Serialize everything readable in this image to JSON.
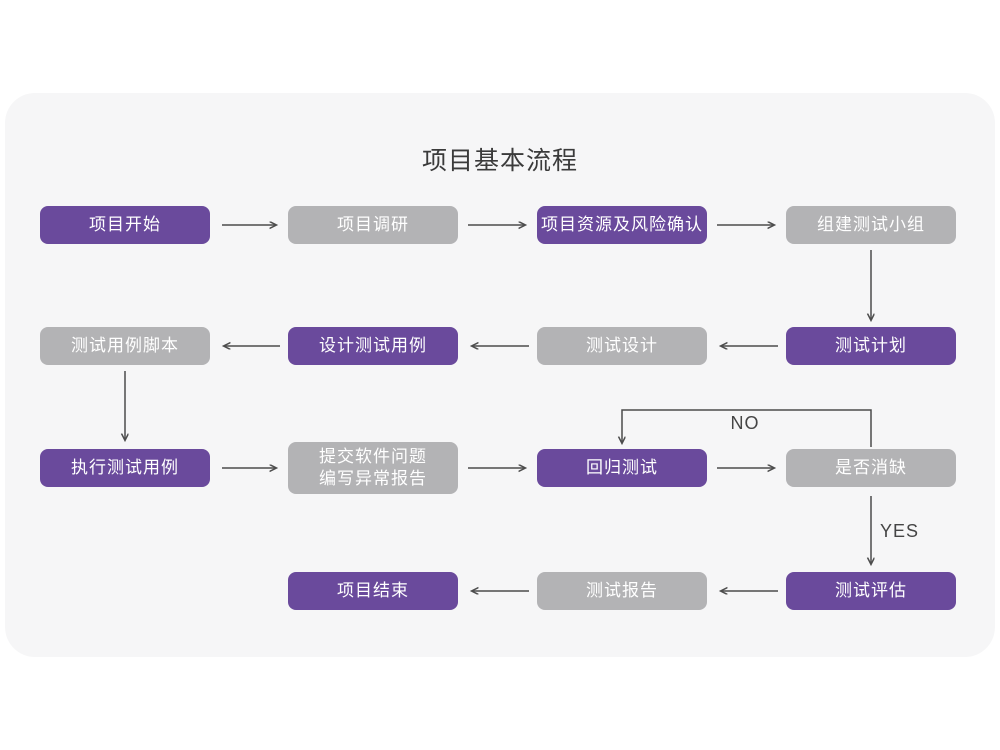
{
  "title": "项目基本流程",
  "colors": {
    "page_background": "#ffffff",
    "card_background": "#f6f6f7",
    "node_purple": "#6a4a9c",
    "node_gray": "#b3b3b5",
    "node_text": "#ffffff",
    "arrow": "#4c4c4c",
    "title_text": "#3b3b3b"
  },
  "branch_labels": {
    "no": "NO",
    "yes": "YES"
  },
  "nodes": [
    {
      "label": "项目开始",
      "type": "purple"
    },
    {
      "label": "项目调研",
      "type": "gray"
    },
    {
      "label": "项目资源及风险确认",
      "type": "purple"
    },
    {
      "label": "组建测试小组",
      "type": "gray"
    },
    {
      "label": "测试计划",
      "type": "purple"
    },
    {
      "label": "测试设计",
      "type": "gray"
    },
    {
      "label": "设计测试用例",
      "type": "purple"
    },
    {
      "label": "测试用例脚本",
      "type": "gray"
    },
    {
      "label": "执行测试用例",
      "type": "purple"
    },
    {
      "label": "提交软件问题\n编写异常报告",
      "type": "gray"
    },
    {
      "label": "回归测试",
      "type": "purple"
    },
    {
      "label": "是否消缺",
      "type": "gray"
    },
    {
      "label": "测试评估",
      "type": "purple"
    },
    {
      "label": "测试报告",
      "type": "gray"
    },
    {
      "label": "项目结束",
      "type": "purple"
    }
  ],
  "edges": [
    {
      "from": "项目开始",
      "to": "项目调研"
    },
    {
      "from": "项目调研",
      "to": "项目资源及风险确认"
    },
    {
      "from": "项目资源及风险确认",
      "to": "组建测试小组"
    },
    {
      "from": "组建测试小组",
      "to": "测试计划"
    },
    {
      "from": "测试计划",
      "to": "测试设计"
    },
    {
      "from": "测试设计",
      "to": "设计测试用例"
    },
    {
      "from": "设计测试用例",
      "to": "测试用例脚本"
    },
    {
      "from": "测试用例脚本",
      "to": "执行测试用例"
    },
    {
      "from": "执行测试用例",
      "to": "提交软件问题编写异常报告"
    },
    {
      "from": "提交软件问题编写异常报告",
      "to": "回归测试"
    },
    {
      "from": "回归测试",
      "to": "是否消缺"
    },
    {
      "from": "是否消缺",
      "to": "回归测试",
      "label": "NO"
    },
    {
      "from": "是否消缺",
      "to": "测试评估",
      "label": "YES"
    },
    {
      "from": "测试评估",
      "to": "测试报告"
    },
    {
      "from": "测试报告",
      "to": "项目结束"
    }
  ]
}
